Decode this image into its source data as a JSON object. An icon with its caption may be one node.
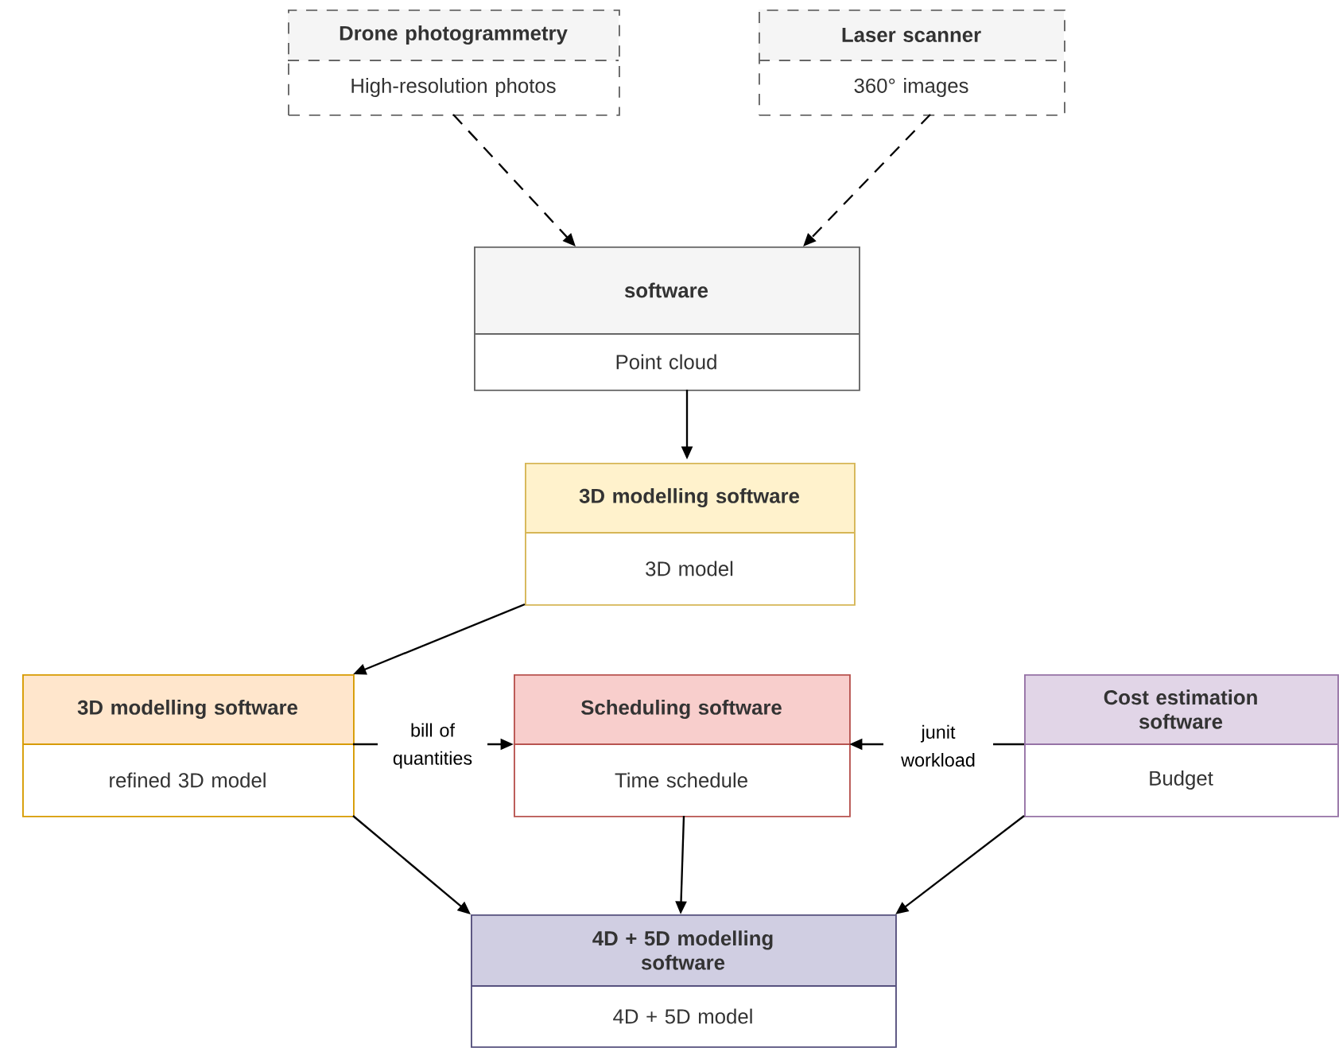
{
  "diagram": {
    "nodes": [
      {
        "text": [
          "Drone photogrammetry",
          "High-resolution photos"
        ]
      },
      {
        "text": [
          "Laser scanner",
          "360° images"
        ]
      },
      {
        "text": [
          "software",
          "Point cloud"
        ]
      },
      {
        "text": [
          "3D modelling software",
          "3D model"
        ]
      },
      {
        "text": [
          "3D modelling software",
          "refined 3D model"
        ]
      },
      {
        "text": [
          "Scheduling software",
          "Time schedule"
        ]
      },
      {
        "text": [
          "Cost estimation software",
          "Budget"
        ]
      },
      {
        "text": [
          "4D + 5D modelling software",
          "4D + 5D model"
        ]
      }
    ],
    "edges": [
      {
        "from": 0,
        "to": 2,
        "arrow": "to",
        "style": "dashed"
      },
      {
        "from": 1,
        "to": 2,
        "arrow": "to",
        "style": "dashed"
      },
      {
        "from": 2,
        "to": 3,
        "arrow": "to"
      },
      {
        "from": 3,
        "to": 4,
        "arrow": "to"
      },
      {
        "from": 4,
        "to": 5,
        "arrow": "to",
        "label": "bill of quantities"
      },
      {
        "from": 6,
        "to": 5,
        "arrow": "to",
        "label": "junit workload"
      },
      {
        "from": 4,
        "to": 7,
        "arrow": "to"
      },
      {
        "from": 5,
        "to": 7,
        "arrow": "to"
      },
      {
        "from": 6,
        "to": 7,
        "arrow": "to"
      }
    ]
  }
}
